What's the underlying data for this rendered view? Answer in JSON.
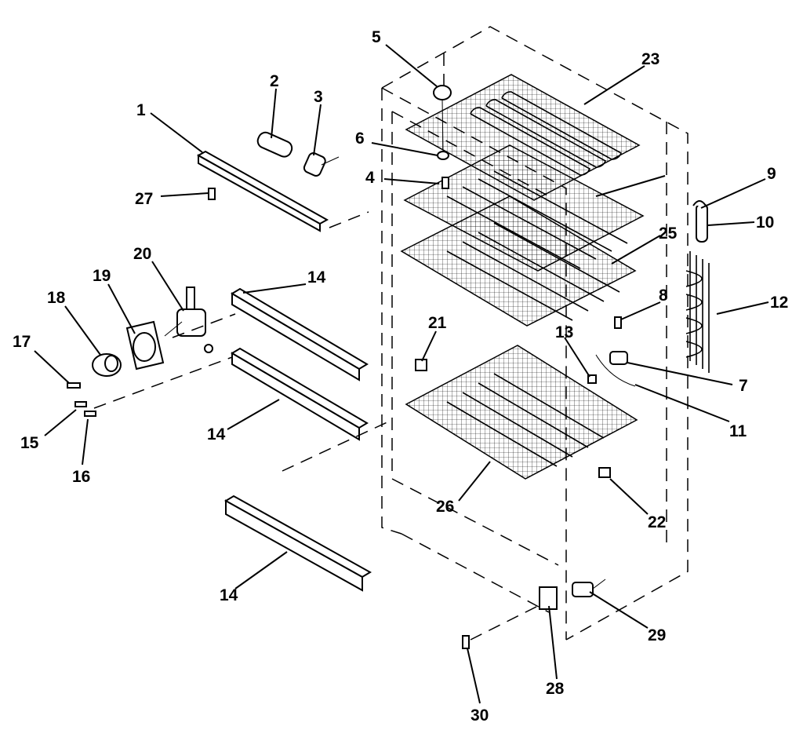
{
  "diagram": {
    "callouts": [
      {
        "id": "c1",
        "label": "1"
      },
      {
        "id": "c2",
        "label": "2"
      },
      {
        "id": "c3",
        "label": "3"
      },
      {
        "id": "c4",
        "label": "4"
      },
      {
        "id": "c5",
        "label": "5"
      },
      {
        "id": "c6",
        "label": "6"
      },
      {
        "id": "c7",
        "label": "7"
      },
      {
        "id": "c8",
        "label": "8"
      },
      {
        "id": "c9",
        "label": "9"
      },
      {
        "id": "c10",
        "label": "10"
      },
      {
        "id": "c11",
        "label": "11"
      },
      {
        "id": "c12",
        "label": "12"
      },
      {
        "id": "c13",
        "label": "13"
      },
      {
        "id": "c14a",
        "label": "14"
      },
      {
        "id": "c14b",
        "label": "14"
      },
      {
        "id": "c14c",
        "label": "14"
      },
      {
        "id": "c15",
        "label": "15"
      },
      {
        "id": "c16",
        "label": "16"
      },
      {
        "id": "c17",
        "label": "17"
      },
      {
        "id": "c18",
        "label": "18"
      },
      {
        "id": "c19",
        "label": "19"
      },
      {
        "id": "c20",
        "label": "20"
      },
      {
        "id": "c21",
        "label": "21"
      },
      {
        "id": "c22",
        "label": "22"
      },
      {
        "id": "c23",
        "label": "23"
      },
      {
        "id": "c25",
        "label": "25"
      },
      {
        "id": "c26",
        "label": "26"
      },
      {
        "id": "c27",
        "label": "27"
      },
      {
        "id": "c28",
        "label": "28"
      },
      {
        "id": "c29",
        "label": "29"
      },
      {
        "id": "c30",
        "label": "30"
      }
    ]
  }
}
